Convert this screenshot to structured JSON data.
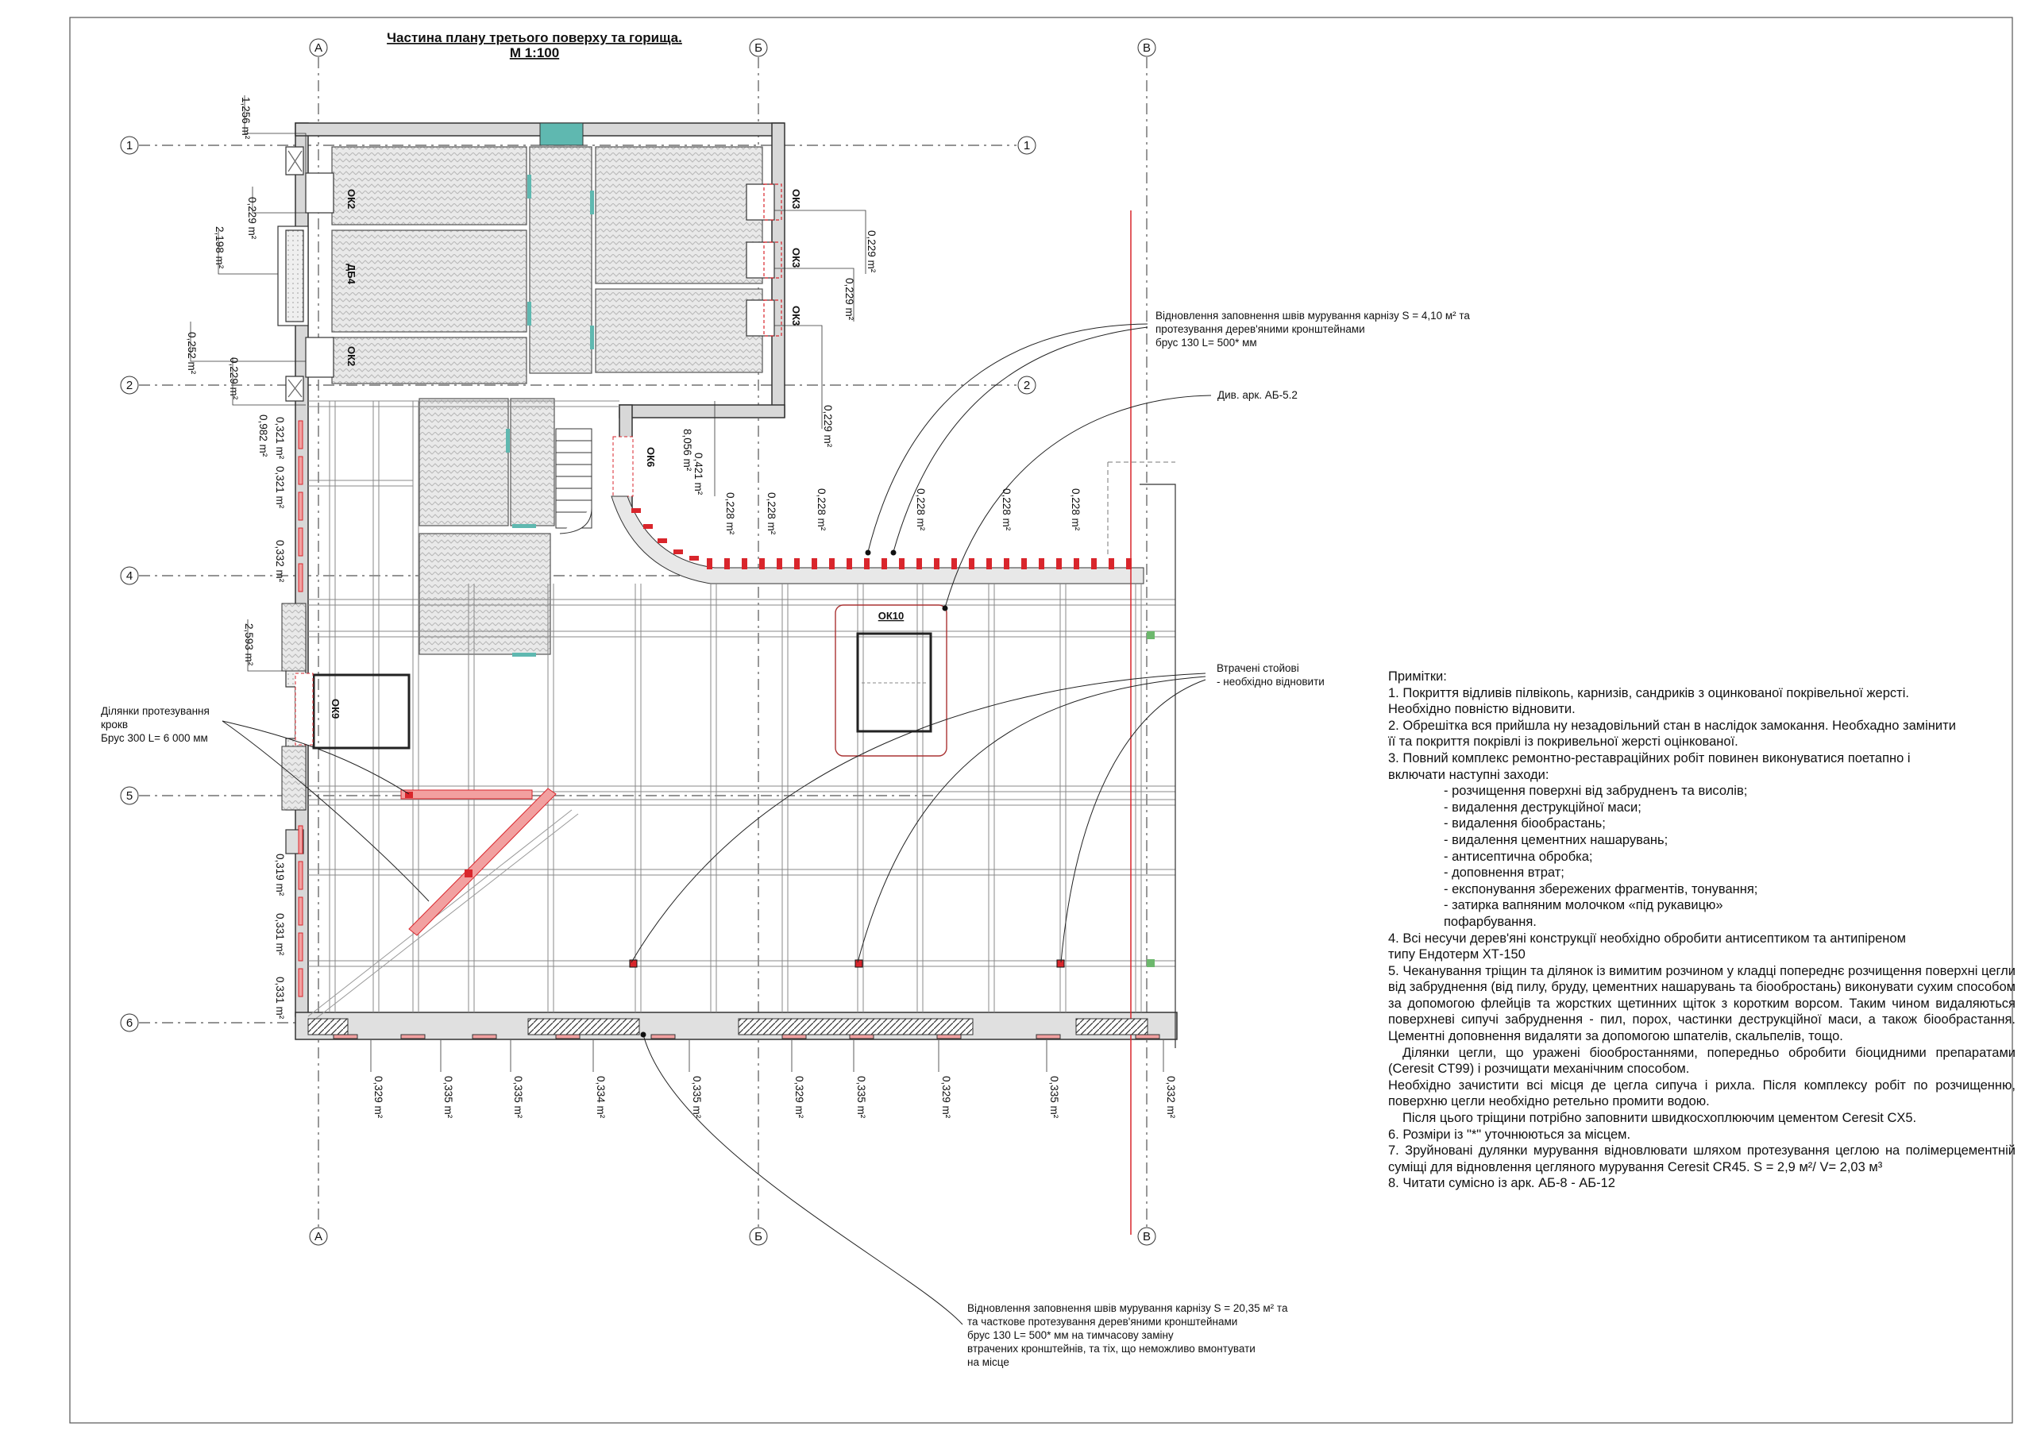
{
  "title": {
    "line1": "Частина плану третього поверху та горища.",
    "line2": "М 1:100"
  },
  "axes": {
    "letters": [
      "А",
      "Б",
      "В"
    ],
    "numbers": [
      "1",
      "2",
      "4",
      "5",
      "6"
    ]
  },
  "openings": {
    "ok2": "ОК2",
    "db4": "ДБ4",
    "ok3": "ОК3",
    "ok6": "ОК6",
    "ok9": "ОК9",
    "ok10": "ОК10"
  },
  "areas": {
    "a1256": "1,256 m²",
    "a0229": "0,229 m²",
    "a2198": "2,198 m²",
    "a0252": "0,252 m²",
    "a0982": "0,982 m²",
    "a0321": "0,321 m²",
    "a0332": "0,332 m²",
    "a2593": "2,593 m²",
    "a0319": "0,319 m²",
    "a0331": "0,331 m²",
    "a8056": "8,056 m²",
    "a0421": "0,421 m²",
    "a0228": "0,228 m²",
    "a0329": "0,329 m²",
    "a0335": "0,335 m²",
    "a0334": "0,334 m²"
  },
  "callouts": {
    "cornice_top": [
      "Відновлення заповнення швів мурування карнізу S = 4,10 м² та",
      "протезування дерев'яними кронштейнами",
      "брус 130 L= 500* мм"
    ],
    "ref": "Див. арк. АБ-5.2",
    "posts": [
      "Втрачені стойові",
      "- необхідно відновити"
    ],
    "truss": [
      "Ділянки протезування",
      "крокв",
      "Брус 300 L= 6 000 мм"
    ],
    "cornice_bottom": [
      "Відновлення заповнення швів мурування карнізу S = 20,35 м² та",
      "та часткове протезування дерев'яними кронштейнами",
      "брус 130 L= 500* мм на тимчасову заміну",
      " втрачених кронштейнів, та тіх, що неможливо вмонтувати",
      "на місце"
    ]
  },
  "notes": {
    "heading": "Примітки:",
    "n1a": "1. Покриття відливів пілвікonь, карнизів, сандриків з оцинкованої покрівельної жерсті.",
    "n1b": "Необхідно повністю відновити.",
    "n2a": "2. Обрешітка вся прийшла ну незадовільний стан в наслідок замокання. Необхадно замінити",
    "n2b": "її та покриття покрівлі із покривельної жерсті оцінкованої.",
    "n3a": "3. Повний комплекс ремонтно-реставраційних робіт повинен виконуватися поетапно і",
    "n3b": "включати наступні заходи:",
    "list": [
      "- розчищення поверхні від забрудненъ та висолів;",
      "- видалення деструкційної маси;",
      "- видалення біообрастань;",
      "- видалення цементних нашарувань;",
      "- антисептична обробка;",
      "- доповнення втрат;",
      "- експонування збережених фрагментів, тонування;",
      "- затирка вапняним молочком «під рукавицю»",
      "  пофарбування."
    ],
    "n4a": "4. Всі несучи дерев'яні конструкції необхідно обробити антисептиком та антипіреном",
    "n4b": "типу Ендотерм ХТ-150",
    "n5": "5. Чеканування тріщин та ділянок із вимитим розчином у кладці попереднє розчищення поверхні цегли від забруднення (від пилу, бруду, цементних нашарувань та біообростань) виконувати сухим способом за допомогою флейців та жорстких щетинних щіток з коротким ворсом. Таким чином видаляються поверхневі сипучі забруднення - пил, порох, частинки деструкційної маси, а також біообрастання. Цементні доповнення видаляти за допомогою шпателів, скальпелів, тощо.",
    "n5b": "Ділянки цегли, що уражені біообростаннями, попередньо обробити біоцидними препаратами (Ceresit CT99) і розчищати механічним способом.",
    "n5c": "Необхідно зачистити всі місця де цегла сипуча і рихла. Після комплексу робіт по розчищенню, поверхню цегли необхідно ретельно промити водою.",
    "n5d": "Після цього тріщини потрібно заповнити швидкосхоплюючим цементом Ceresit CX5.",
    "n6": "6. Розміри із \"*\" уточнюються за місцем.",
    "n7": "7. Зруйновані дулянки мурування відновлювати шляхом протезування цеглою на полімерцементній суміщі для відновлення цегляного мурування Ceresit CR45. S = 2,9 м²/ V= 2,03 м³",
    "n8": "8. Читати сумісно із арк. АБ-8 - АБ-12"
  },
  "colors": {
    "line": "#222222",
    "axis": "#555555",
    "red": "#d9262c",
    "redfill": "#f2a0a0",
    "teal": "#5fb8b0",
    "green": "#6db86d",
    "hatch": "#dcdcdc"
  }
}
